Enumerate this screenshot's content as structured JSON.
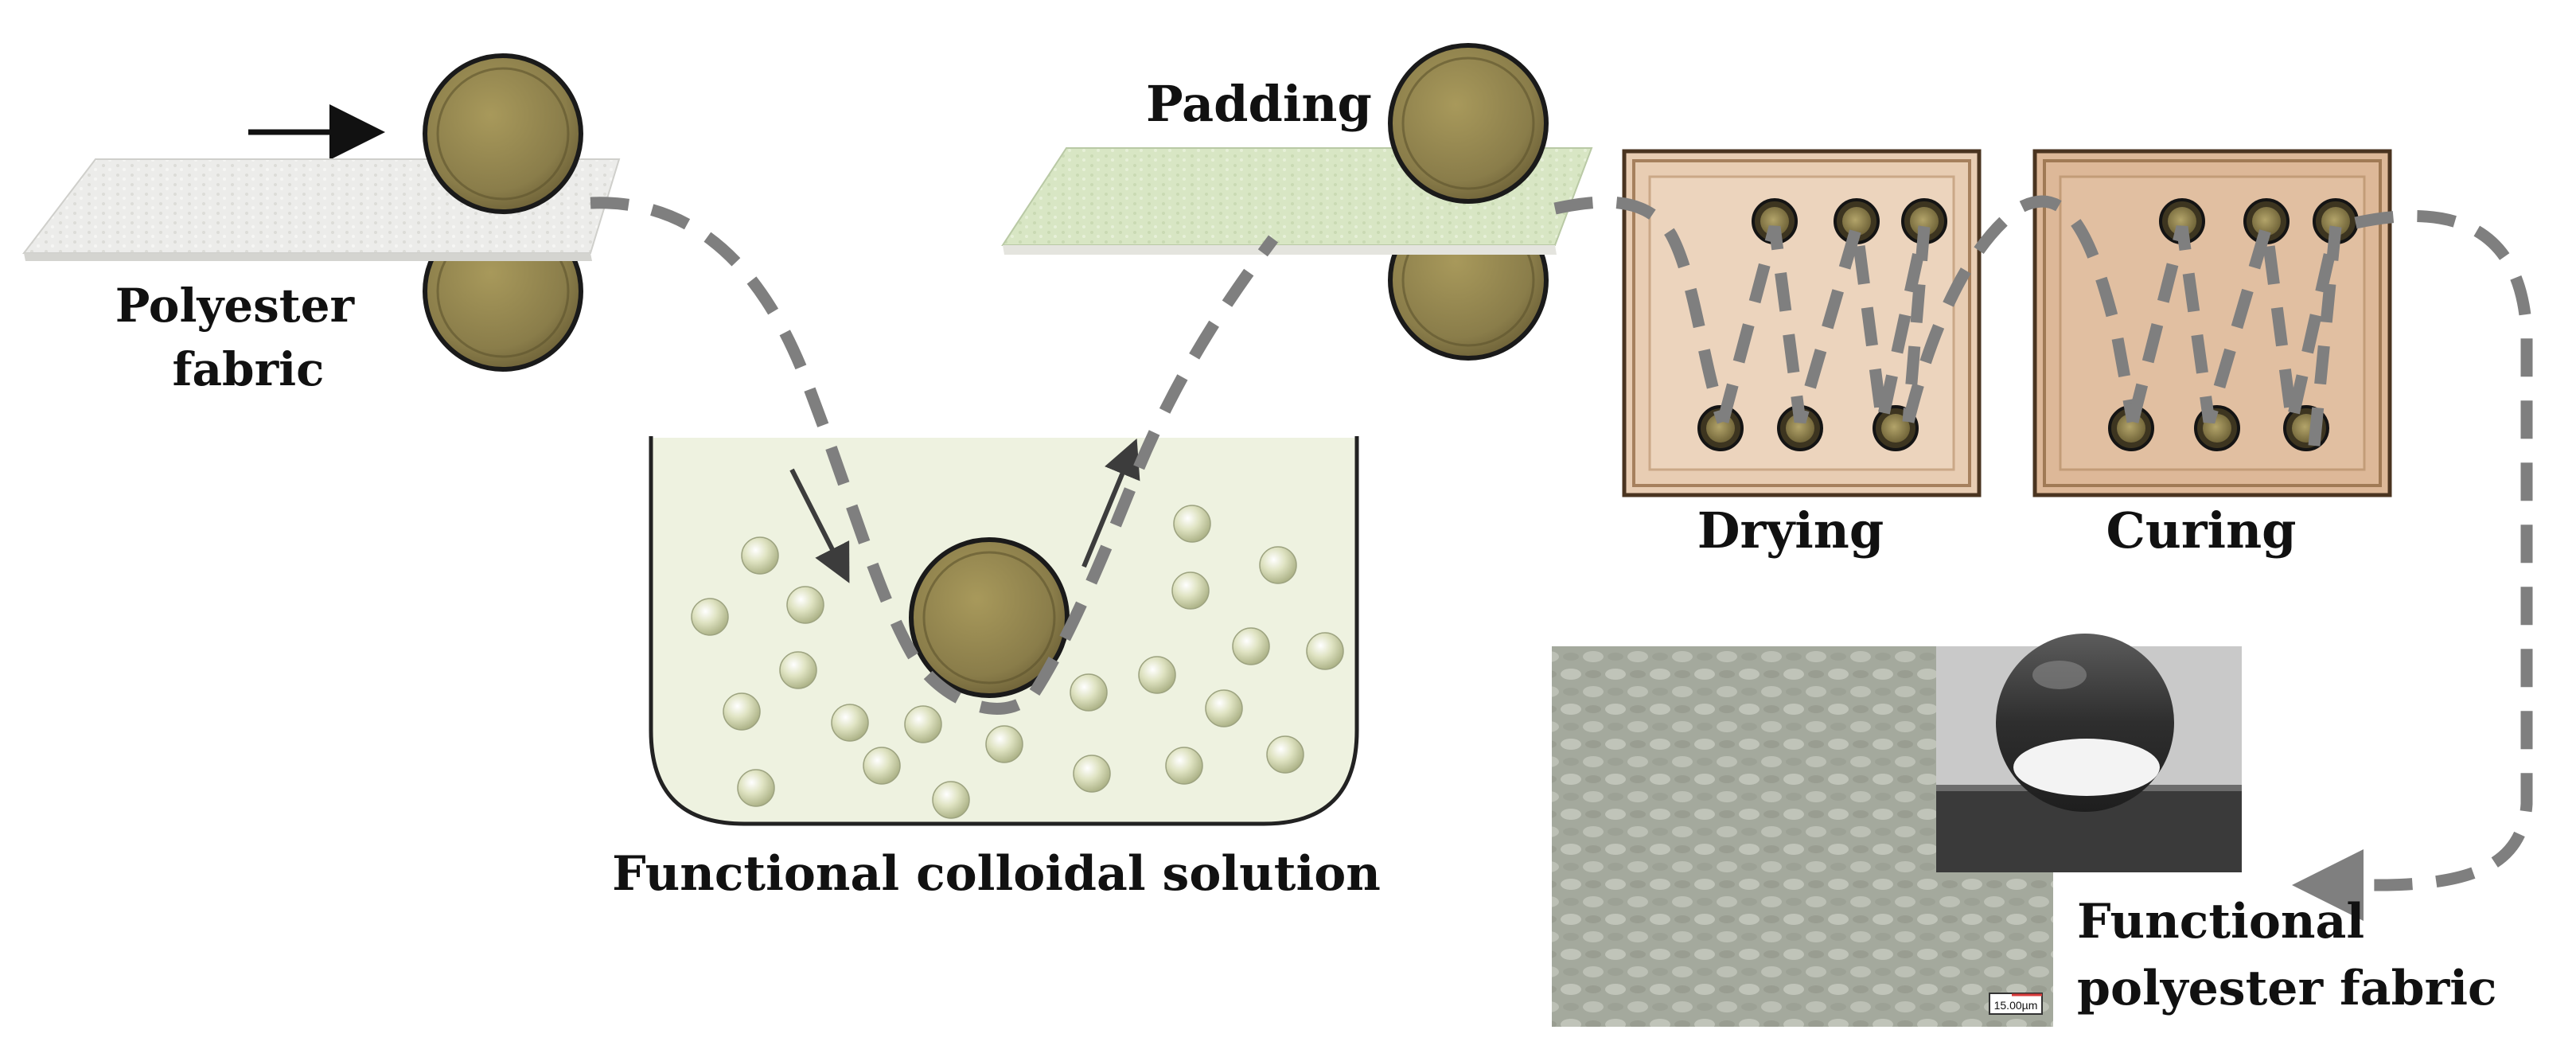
{
  "labels": {
    "polyester_fabric_line1": "Polyester",
    "polyester_fabric_line2": "fabric",
    "padding": "Padding",
    "bath": "Functional colloidal solution",
    "drying": "Drying",
    "curing": "Curing",
    "result_line1": "Functional",
    "result_line2": "polyester fabric",
    "scale_bar": "15.00µm"
  },
  "colors": {
    "roller": "#8a7d4a",
    "roller_light": "#a89a5f",
    "roller_outline": "#1a1a1a",
    "raw_fabric": "#e9e9e6",
    "treated_fabric": "#d8e6c4",
    "bath_fill": "#eef2e0",
    "particle": "#d7ddb5",
    "dashed_path": "#7f7f7f",
    "drying_chamber": "#e8cdb3",
    "curing_chamber": "#ddb898",
    "chamber_frame": "#6b4a2e"
  }
}
